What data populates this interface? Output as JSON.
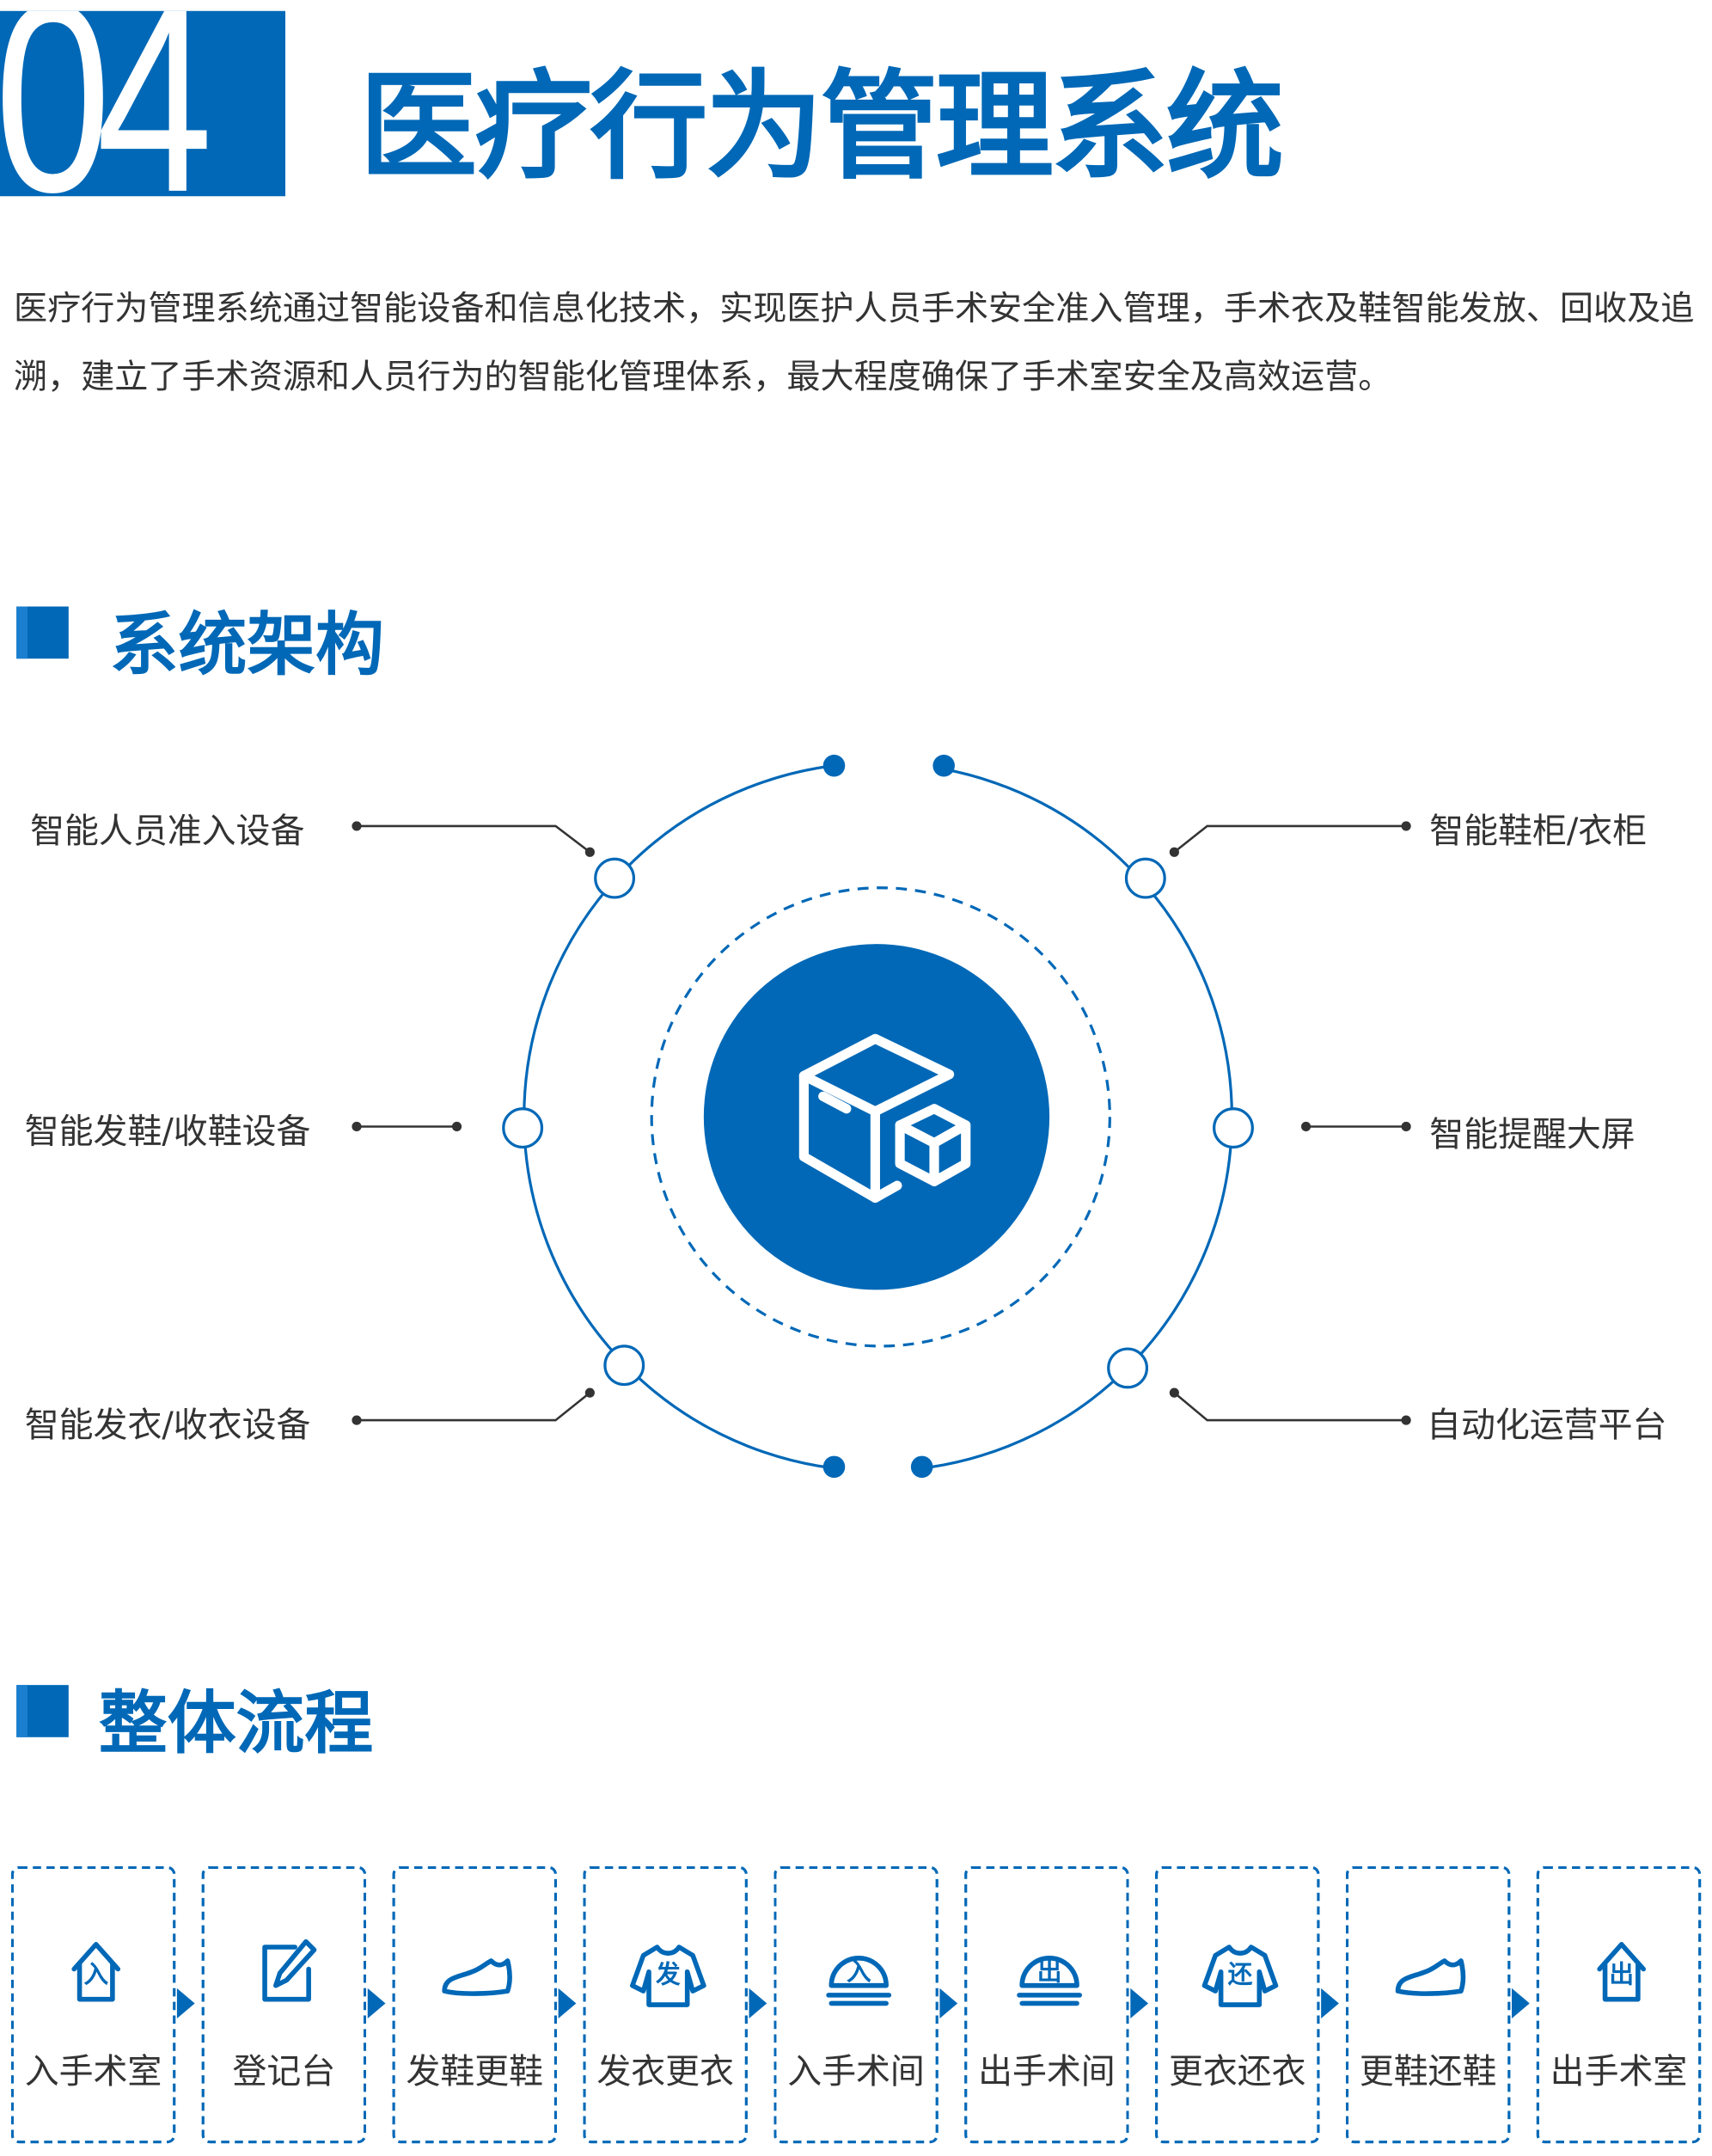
{
  "header": {
    "number": "04",
    "title": "医疗行为管理系统"
  },
  "intro": "医疗行为管理系统通过智能设备和信息化技术，实现医护人员手术安全准入管理，手术衣及鞋智能发放、回收及追溯，建立了手术资源和人员行为的智能化管理体系，最大程度确保了手术室安全及高效运营。",
  "architecture": {
    "title": "系统架构",
    "center_icon": "boxes-icon",
    "left_labels": [
      "智能人员准入设备",
      "智能发鞋/收鞋设备",
      "智能发衣/收衣设备"
    ],
    "right_labels": [
      "智能鞋柜/衣柜",
      "智能提醒大屏",
      "自动化运营平台"
    ]
  },
  "process": {
    "title": "整体流程",
    "steps": [
      {
        "label": "入手术室",
        "icon": "house-enter-icon",
        "glyph": "入"
      },
      {
        "label": "登记台",
        "icon": "edit-icon"
      },
      {
        "label": "发鞋更鞋",
        "icon": "shoe-icon"
      },
      {
        "label": "发衣更衣",
        "icon": "shirt-icon",
        "glyph": "发"
      },
      {
        "label": "入手术间",
        "icon": "dome-enter-icon",
        "glyph": "入"
      },
      {
        "label": "出手术间",
        "icon": "dome-exit-icon",
        "glyph": "出"
      },
      {
        "label": "更衣还衣",
        "icon": "shirt-return-icon",
        "glyph": "还"
      },
      {
        "label": "更鞋还鞋",
        "icon": "shoe-icon"
      },
      {
        "label": "出手术室",
        "icon": "house-exit-icon",
        "glyph": "出"
      }
    ]
  },
  "colors": {
    "primary": "#0068b7"
  }
}
